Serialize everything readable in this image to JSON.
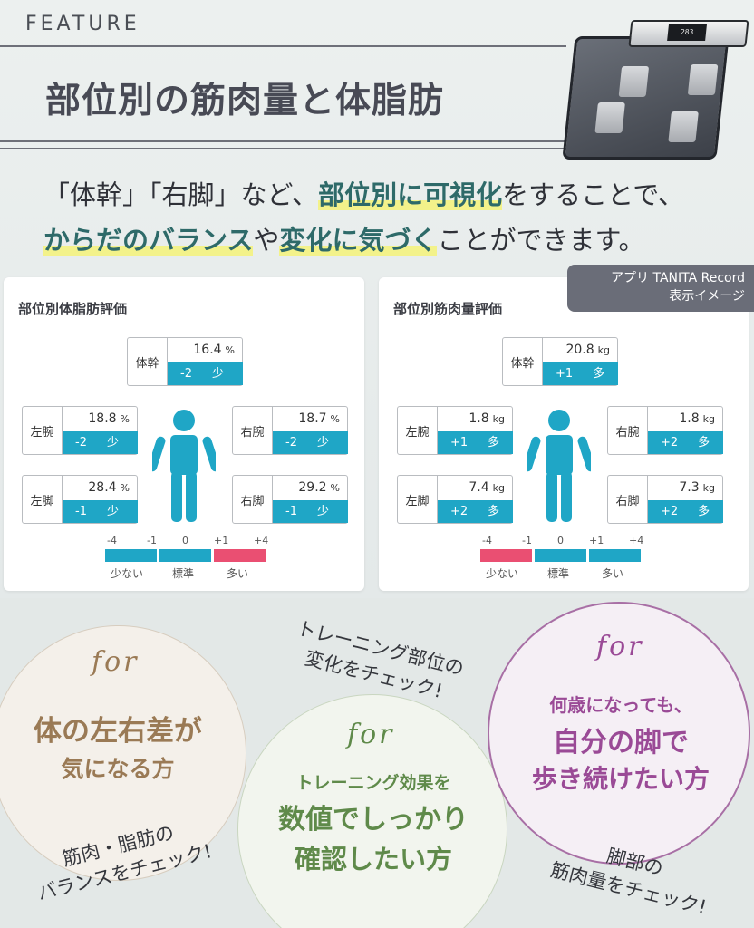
{
  "header": {
    "feature_label": "FEATURE",
    "title": "部位別の筋肉量と体脂肪"
  },
  "scale_device": {
    "display": "283"
  },
  "subtitle": {
    "l1a": "「体幹」「右脚」など、",
    "l1b": "部位別に可視化",
    "l1c": "をすることで、",
    "l2a": "からだのバランス",
    "l2b": "や",
    "l2c": "変化に気づく",
    "l2d": "ことができます。"
  },
  "app_badge": {
    "line1": "アプリ TANITA Record",
    "line2": "表示イメージ"
  },
  "fat_card": {
    "title": "部位別体脂肪評価",
    "unit": "%",
    "parts": [
      {
        "name": "体幹",
        "value": "16.4",
        "grade": "-2",
        "word": "少"
      },
      {
        "name": "左腕",
        "value": "18.8",
        "grade": "-2",
        "word": "少"
      },
      {
        "name": "右腕",
        "value": "18.7",
        "grade": "-2",
        "word": "少"
      },
      {
        "name": "左脚",
        "value": "28.4",
        "grade": "-1",
        "word": "少"
      },
      {
        "name": "右脚",
        "value": "29.2",
        "grade": "-1",
        "word": "少"
      }
    ],
    "legend_nums": [
      "-4",
      "-1",
      "0",
      "+1",
      "+4"
    ],
    "legend_words": [
      "少ない",
      "標準",
      "多い"
    ],
    "legend_colors": [
      "#1fa6c6",
      "#1fa6c6",
      "#ea4f72"
    ]
  },
  "muscle_card": {
    "title": "部位別筋肉量評価",
    "unit": "kg",
    "parts": [
      {
        "name": "体幹",
        "value": "20.8",
        "grade": "+1",
        "word": "多"
      },
      {
        "name": "左腕",
        "value": "1.8",
        "grade": "+1",
        "word": "多"
      },
      {
        "name": "右腕",
        "value": "1.8",
        "grade": "+2",
        "word": "多"
      },
      {
        "name": "左脚",
        "value": "7.4",
        "grade": "+2",
        "word": "多"
      },
      {
        "name": "右脚",
        "value": "7.3",
        "grade": "+2",
        "word": "多"
      }
    ],
    "legend_nums": [
      "-4",
      "-1",
      "0",
      "+1",
      "+4"
    ],
    "legend_words": [
      "少ない",
      "標準",
      "多い"
    ],
    "legend_colors": [
      "#ea4f72",
      "#1fa6c6",
      "#1fa6c6"
    ]
  },
  "circles": [
    {
      "for": "for",
      "line1": "体の左右差が",
      "line2": "気になる方",
      "color": "#9a7a55",
      "caption1": "筋肉・脂肪の",
      "caption2": "バランスをチェック!"
    },
    {
      "for": "for",
      "line1": "トレーニング効果を",
      "line2": "数値でしっかり",
      "line3": "確認したい方",
      "color": "#5f8a4a",
      "caption1": "トレーニング部位の",
      "caption2": "変化をチェック!"
    },
    {
      "for": "for",
      "line1": "何歳になっても、",
      "line2": "自分の脚で",
      "line3": "歩き続けたい方",
      "color": "#9a4a96",
      "caption1": "脚部の",
      "caption2": "筋肉量をチェック!"
    }
  ]
}
